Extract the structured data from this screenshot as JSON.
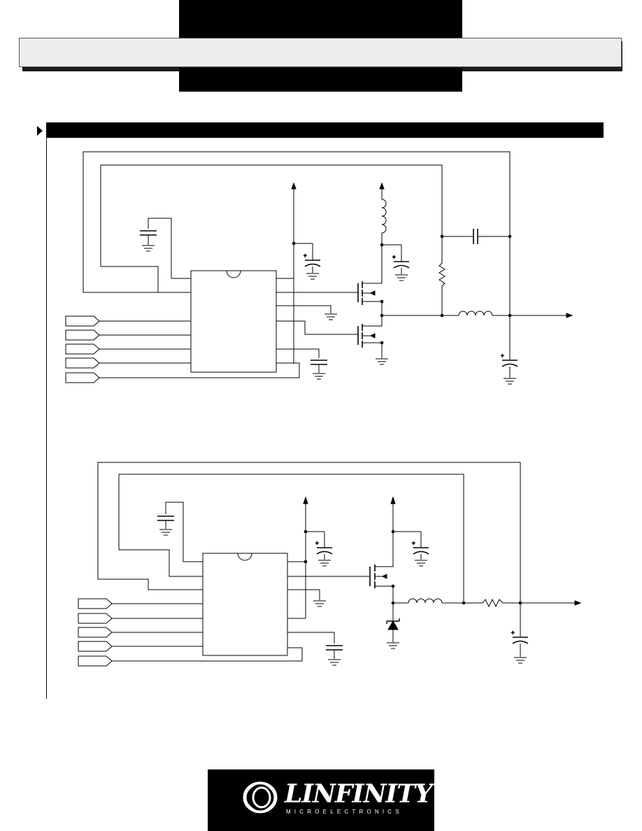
{
  "header": {
    "title": "",
    "subtitle": ""
  },
  "section": {
    "title": ""
  },
  "schematics": [
    {
      "id": "schematic-1",
      "description_visible": ""
    },
    {
      "id": "schematic-2",
      "description_visible": ""
    }
  ],
  "footer": {
    "logo_word": "LINFINITY",
    "logo_subtitle": "MICROELECTRONICS"
  },
  "colors": {
    "ink": "#000000",
    "band": "#ededed",
    "paper": "#ffffff"
  }
}
